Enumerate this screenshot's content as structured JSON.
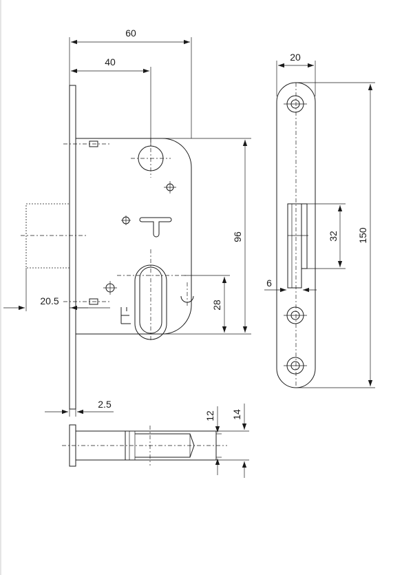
{
  "dimensions": {
    "body_width": "60",
    "backset": "40",
    "faceplate_width": "20",
    "body_height": "96",
    "faceplate_height": "150",
    "strike_height": "32",
    "cylinder_offset": "28",
    "latch_projection": "20.5",
    "strike_depth": "6",
    "faceplate_thickness": "2.5",
    "bolt_width": "12",
    "bolt_outer": "14"
  },
  "colors": {
    "line": "#1a1a1a",
    "background": "#ffffff"
  }
}
